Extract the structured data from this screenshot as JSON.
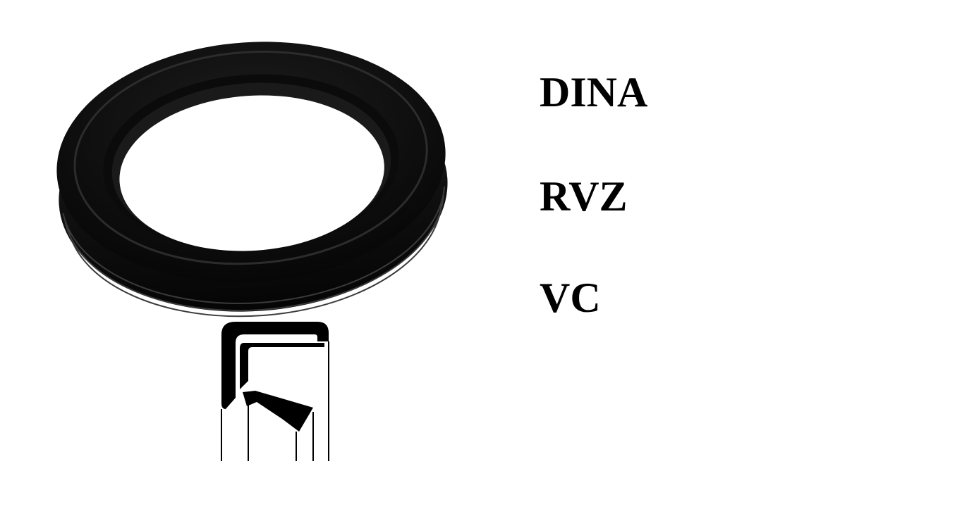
{
  "product": {
    "codes": [
      "DINA",
      "RVZ",
      "VC"
    ]
  },
  "colors": {
    "background": "#ffffff",
    "seal": "#0a0a0a",
    "text": "#000000"
  }
}
